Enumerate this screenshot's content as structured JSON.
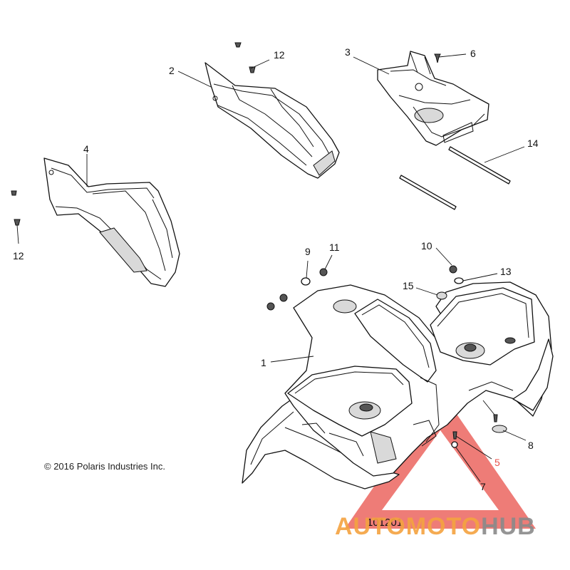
{
  "copyright": "© 2016 Polaris Industries Inc.",
  "reference_number": "101201",
  "watermark": {
    "part1": "AUTOMOTO",
    "part2": "HUB",
    "color_primary": "#f4a340",
    "color_secondary": "#8a8a8a",
    "triangle_color": "#e8504a"
  },
  "callouts": {
    "c1": "1",
    "c2": "2",
    "c3": "3",
    "c4": "4",
    "c5": "5",
    "c6": "6",
    "c7": "7",
    "c8": "8",
    "c9": "9",
    "c10": "10",
    "c11": "11",
    "c12a": "12",
    "c12b": "12",
    "c13": "13",
    "c14": "14",
    "c15": "15"
  }
}
